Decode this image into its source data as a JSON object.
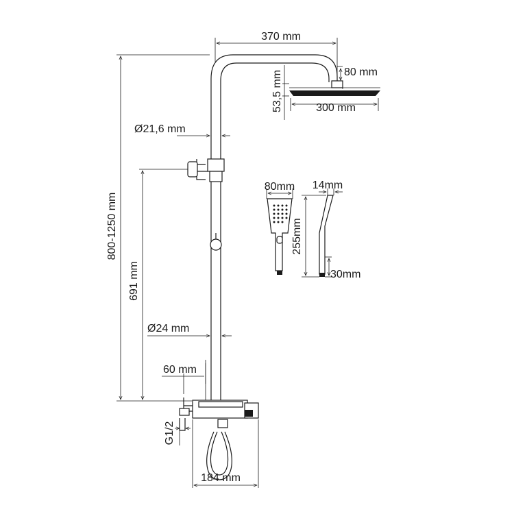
{
  "dimensions": {
    "arm_length": "370 mm",
    "drop_length": "80 mm",
    "head_thickness": "53,5 mm",
    "head_width": "300 mm",
    "upper_pipe_diameter": "Ø21,6 mm",
    "total_height": "800-1250 mm",
    "bar_height": "691 mm",
    "lower_pipe_diameter": "Ø24 mm",
    "wall_offset": "60 mm",
    "connection_thread": "G1/2",
    "mixer_width": "184 mm",
    "handshower_width": "80mm",
    "handshower_depth": "14mm",
    "handshower_length": "255mm",
    "handshower_handle": "30mm"
  }
}
